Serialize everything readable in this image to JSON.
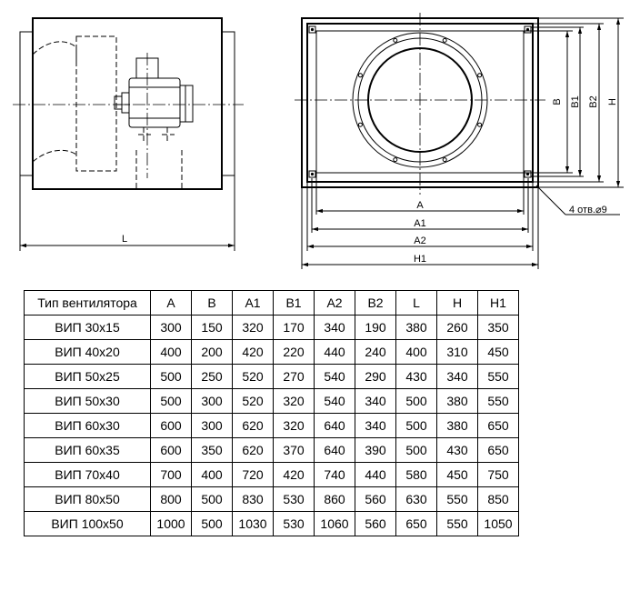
{
  "drawing": {
    "labels": {
      "L": "L",
      "A": "A",
      "A1": "A1",
      "A2": "A2",
      "H1": "H1",
      "B": "B",
      "B1": "B1",
      "B2": "B2",
      "H": "H",
      "holes": "4 отв.⌀9"
    }
  },
  "table": {
    "headers": [
      "Тип вентилятора",
      "A",
      "B",
      "A1",
      "B1",
      "A2",
      "B2",
      "L",
      "H",
      "H1"
    ],
    "rows": [
      [
        "ВИП 30х15",
        "300",
        "150",
        "320",
        "170",
        "340",
        "190",
        "380",
        "260",
        "350"
      ],
      [
        "ВИП 40х20",
        "400",
        "200",
        "420",
        "220",
        "440",
        "240",
        "400",
        "310",
        "450"
      ],
      [
        "ВИП 50х25",
        "500",
        "250",
        "520",
        "270",
        "540",
        "290",
        "430",
        "340",
        "550"
      ],
      [
        "ВИП 50х30",
        "500",
        "300",
        "520",
        "320",
        "540",
        "340",
        "500",
        "380",
        "550"
      ],
      [
        "ВИП 60х30",
        "600",
        "300",
        "620",
        "320",
        "640",
        "340",
        "500",
        "380",
        "650"
      ],
      [
        "ВИП 60х35",
        "600",
        "350",
        "620",
        "370",
        "640",
        "390",
        "500",
        "430",
        "650"
      ],
      [
        "ВИП 70х40",
        "700",
        "400",
        "720",
        "420",
        "740",
        "440",
        "580",
        "450",
        "750"
      ],
      [
        "ВИП 80х50",
        "800",
        "500",
        "830",
        "530",
        "860",
        "560",
        "630",
        "550",
        "850"
      ],
      [
        "ВИП 100х50",
        "1000",
        "500",
        "1030",
        "530",
        "1060",
        "560",
        "650",
        "550",
        "1050"
      ]
    ]
  }
}
